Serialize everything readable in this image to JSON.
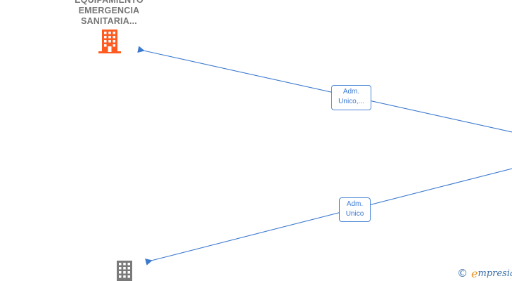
{
  "nodes": {
    "company_top": {
      "name_lines": [
        "EQUIPAMIENTO",
        "EMERGENCIA",
        "SANITARIA..."
      ],
      "icon": "building-icon",
      "color": "#ff5a1f"
    },
    "company_bottom": {
      "icon": "building-icon",
      "color": "#7a7a7a"
    }
  },
  "edges": {
    "edge_top": {
      "label_lines": [
        "Adm.",
        "Unico,..."
      ],
      "color": "#3c7ad0"
    },
    "edge_bottom": {
      "label_lines": [
        "Adm.",
        "Unico"
      ],
      "color": "#3c7ad0"
    }
  },
  "watermark": {
    "copyright": "©",
    "brand_initial": "e",
    "brand_rest": "mpresia"
  }
}
